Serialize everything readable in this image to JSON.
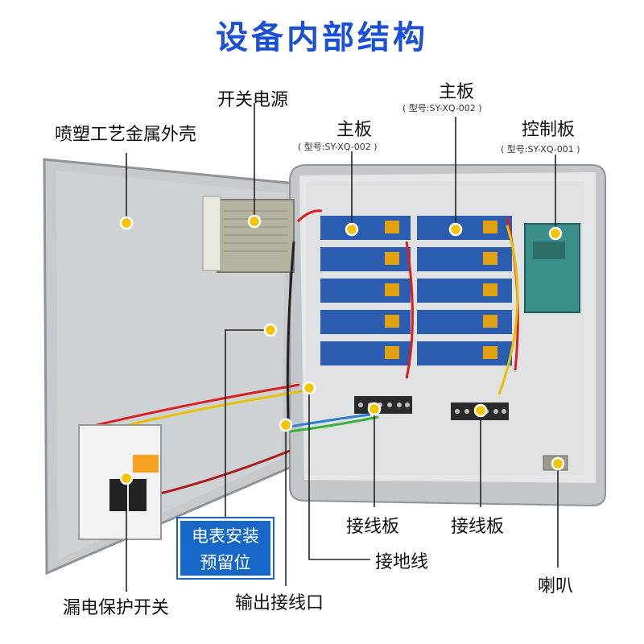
{
  "title": "设备内部结构",
  "labels": {
    "shell": "喷塑工艺金属外壳",
    "psu": "开关电源",
    "main1": "主板",
    "main1_model": "( 型号:SY-XQ-002 )",
    "main2": "主板",
    "main2_model": "( 型号:SY-XQ-002 )",
    "ctrl": "控制板",
    "ctrl_model": "( 型号:SY-XQ-001 )",
    "meter_line1": "电表安装",
    "meter_line2": "预留位",
    "terminal1": "接线板",
    "terminal2": "接线板",
    "ground": "接地线",
    "speaker": "喇叭",
    "breaker": "漏电保护开关",
    "output": "输出接线口"
  },
  "colors": {
    "title": "#1a4fd6",
    "callout_dot": "#f5c400",
    "meter_box": "#1767c8",
    "cabinet": "#c9cccf",
    "board": "#2a5db0"
  }
}
